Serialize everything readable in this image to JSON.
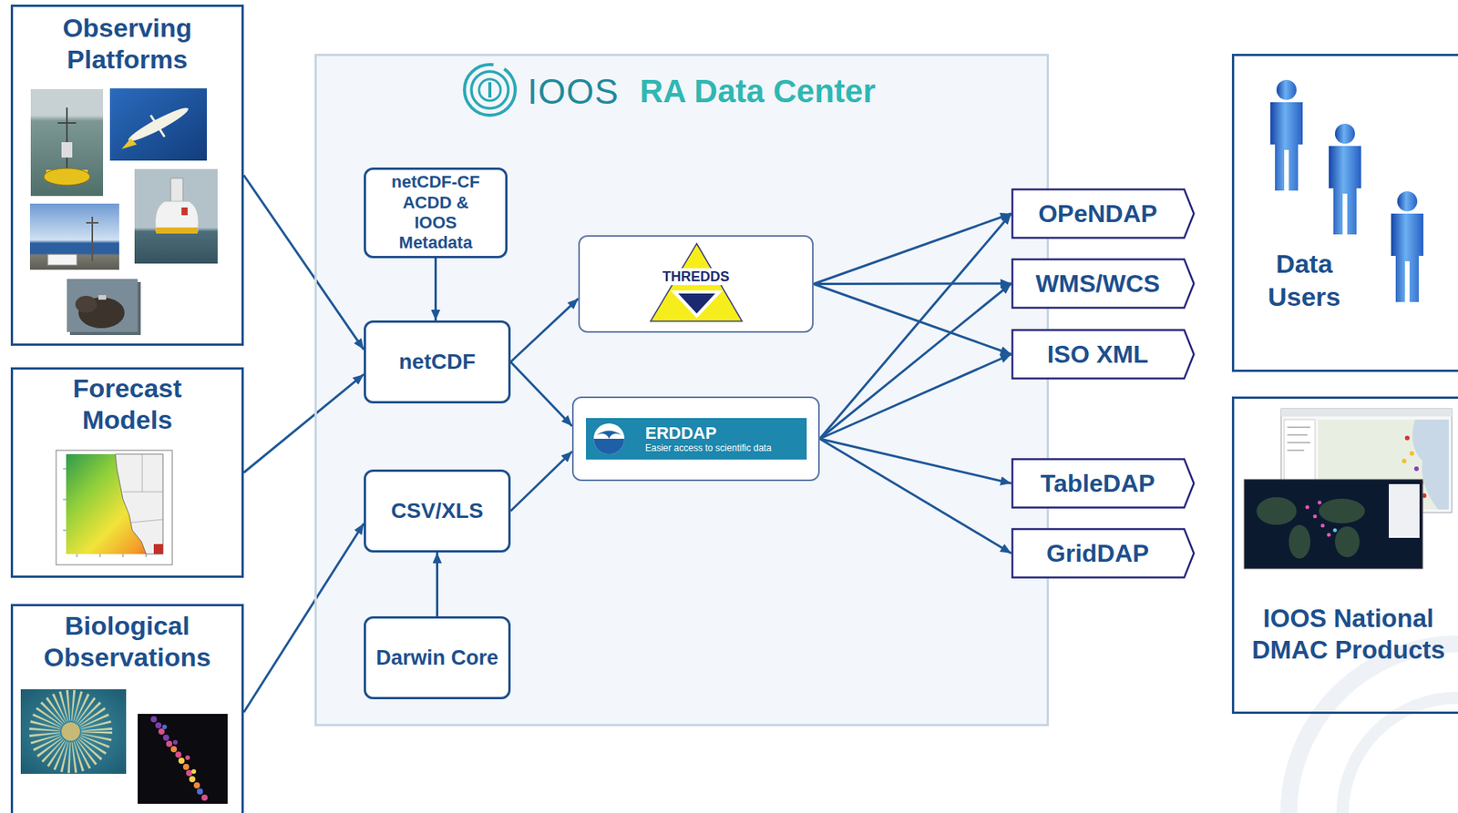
{
  "diagram": {
    "nodes": [
      {
        "text": [
          "Observing Platforms"
        ]
      },
      {
        "text": [
          "Forecast Models"
        ]
      },
      {
        "text": [
          "Biological Observations"
        ]
      },
      {
        "text": [
          "IOOS",
          "RA Data Center"
        ]
      },
      {
        "text": [
          "netCDF-CF ACDD & IOOS Metadata"
        ],
        "in": 3
      },
      {
        "text": [
          "netCDF"
        ],
        "in": 3
      },
      {
        "text": [
          "CSV/XLS"
        ],
        "in": 3
      },
      {
        "text": [
          "Darwin Core"
        ],
        "in": 3
      },
      {
        "text": [
          "THREDDS"
        ],
        "in": 3
      },
      {
        "text": [
          "ERDDAP",
          "Easier access to scientific data"
        ],
        "in": 3
      },
      {
        "text": [
          "OPeNDAP"
        ]
      },
      {
        "text": [
          "WMS/WCS"
        ]
      },
      {
        "text": [
          "ISO XML"
        ]
      },
      {
        "text": [
          "TableDAP"
        ]
      },
      {
        "text": [
          "GridDAP"
        ]
      },
      {
        "text": [
          "Data Users"
        ]
      },
      {
        "text": [
          "IOOS National DMAC Products"
        ]
      }
    ],
    "edges": [
      {
        "from": 0,
        "to": 5,
        "arrow": "to"
      },
      {
        "from": 1,
        "to": 5,
        "arrow": "to"
      },
      {
        "from": 2,
        "to": 6,
        "arrow": "to"
      },
      {
        "from": 4,
        "to": 5,
        "arrow": "to"
      },
      {
        "from": 7,
        "to": 6,
        "arrow": "to"
      },
      {
        "from": 5,
        "to": 8,
        "arrow": "to"
      },
      {
        "from": 5,
        "to": 9,
        "arrow": "to"
      },
      {
        "from": 6,
        "to": 9,
        "arrow": "to"
      },
      {
        "from": 8,
        "to": 10,
        "arrow": "to"
      },
      {
        "from": 8,
        "to": 11,
        "arrow": "to"
      },
      {
        "from": 8,
        "to": 12,
        "arrow": "to"
      },
      {
        "from": 9,
        "to": 10,
        "arrow": "to"
      },
      {
        "from": 9,
        "to": 11,
        "arrow": "to"
      },
      {
        "from": 9,
        "to": 12,
        "arrow": "to"
      },
      {
        "from": 9,
        "to": 13,
        "arrow": "to"
      },
      {
        "from": 9,
        "to": 14,
        "arrow": "to"
      }
    ]
  }
}
